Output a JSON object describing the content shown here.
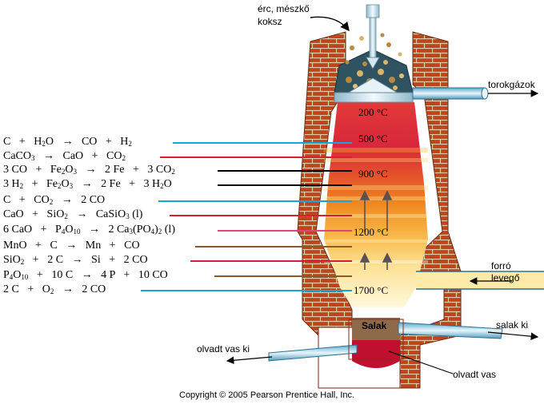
{
  "labels": {
    "ore_in": "érc, mészkő",
    "coke_in": "koksz",
    "top_gas": "torokgázok",
    "hot_air_1": "forró",
    "hot_air_2": "levegő",
    "slag_out": "salak ki",
    "slag": "Salak",
    "molten_iron_out": "olvadt vas ki",
    "molten_iron": "olvadt vas",
    "copyright": "Copyright © 2005 Pearson Prentice Hall, Inc."
  },
  "temperatures": [
    "200 °C",
    "500 °C",
    "900 °C",
    "1200 °C",
    "1700 °C"
  ],
  "reactions": [
    {
      "html": "C   +   H<sub>2</sub>O   →   CO   +   H<sub>2</sub>",
      "color": "#1aa3d6"
    },
    {
      "html": "CaCO<sub>3</sub>   →   CaO   +   CO<sub>2</sub>",
      "color": "#d42030"
    },
    {
      "html": "3 CO   +   Fe<sub>2</sub>O<sub>3</sub>   →   2 Fe   +   3 CO<sub>2</sub>",
      "color": "#000000"
    },
    {
      "html": "3 H<sub>2</sub>   +   Fe<sub>2</sub>O<sub>3</sub>   →   2 Fe   +   3 H<sub>2</sub>O",
      "color": "#000000"
    },
    {
      "html": "C   +   CO<sub>2</sub>   →   2 CO",
      "color": "#1aa3d6"
    },
    {
      "html": "CaO   +   SiO<sub>2</sub>   →   CaSiO<sub>3</sub> (l)",
      "color": "#d42030"
    },
    {
      "html": "6 CaO   +   P<sub>4</sub>O<sub>10</sub>   →   2 Ca<sub>3</sub>(PO<sub>4</sub>)<sub>2</sub> (l)",
      "color": "#e0447a"
    },
    {
      "html": "MnO   +   C   →   Mn   +   CO",
      "color": "#8a5a2a"
    },
    {
      "html": "SiO<sub>2</sub>   +   2 C   →   Si   +   2 CO",
      "color": "#d42030"
    },
    {
      "html": "P<sub>4</sub>O<sub>10</sub>   +   10 C   →   4 P   +   10 CO",
      "color": "#8a5a2a"
    },
    {
      "html": "2 C   +   O<sub>2</sub>   →   2 CO",
      "color": "#1aa3d6"
    }
  ]
}
